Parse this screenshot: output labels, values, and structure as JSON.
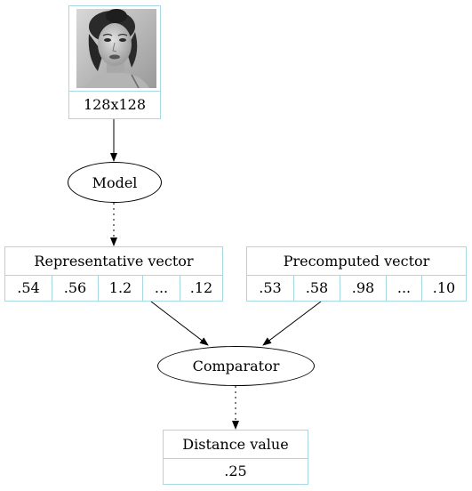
{
  "image_node": {
    "size_label": "128x128",
    "photo_icon": "grayscale-portrait-photo"
  },
  "model_node": {
    "label": "Model"
  },
  "representative_vector": {
    "title": "Representative vector",
    "values": [
      ".54",
      ".56",
      "1.2",
      "...",
      ".12"
    ]
  },
  "precomputed_vector": {
    "title": "Precomputed vector",
    "values": [
      ".53",
      ".58",
      ".98",
      "...",
      ".10"
    ]
  },
  "comparator_node": {
    "label": "Comparator"
  },
  "distance_node": {
    "title": "Distance value",
    "value": ".25"
  },
  "colors": {
    "table_border": "#a8d8e4",
    "edge": "#000000"
  }
}
